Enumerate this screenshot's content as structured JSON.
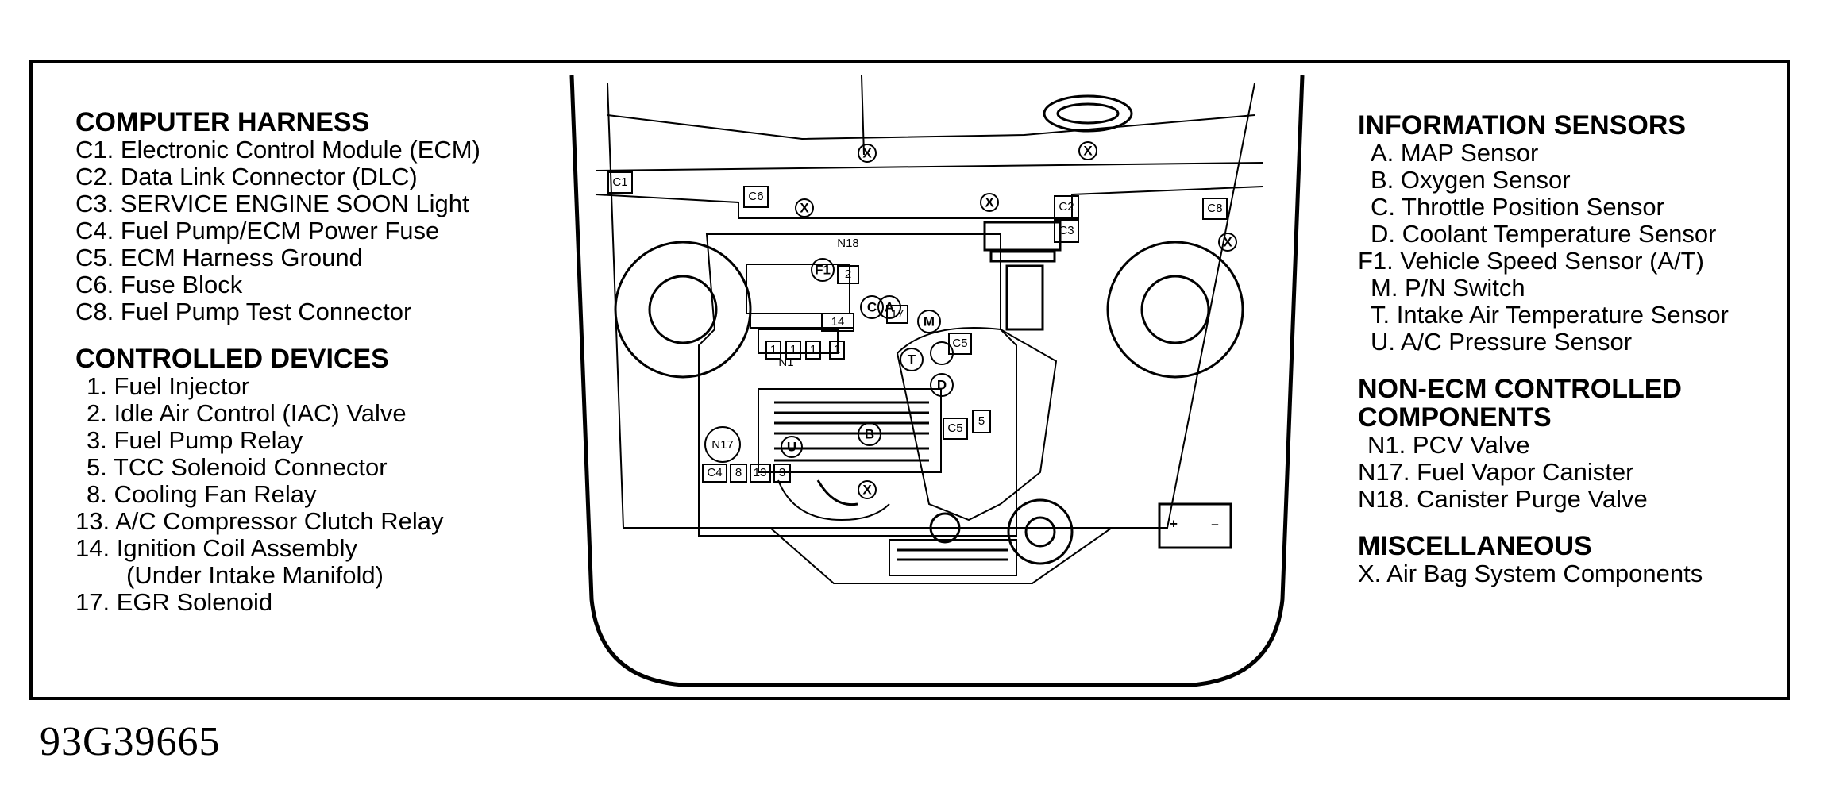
{
  "figure_id": "93G39665",
  "left": {
    "computer_harness": {
      "heading": "COMPUTER HARNESS",
      "items": [
        "C1. Electronic Control Module (ECM)",
        "C2. Data Link Connector (DLC)",
        "C3. SERVICE ENGINE SOON Light",
        "C4. Fuel Pump/ECM Power Fuse",
        "C5. ECM Harness Ground",
        "C6. Fuse Block",
        "C8. Fuel Pump Test Connector"
      ]
    },
    "controlled_devices": {
      "heading": "CONTROLLED DEVICES",
      "items": [
        "1. Fuel Injector",
        "2. Idle Air Control (IAC) Valve",
        "3. Fuel Pump Relay",
        "5. TCC Solenoid Connector",
        "8. Cooling Fan Relay",
        "13. A/C Compressor Clutch Relay",
        "14. Ignition Coil Assembly",
        "(Under Intake Manifold)",
        "17. EGR Solenoid"
      ]
    }
  },
  "right": {
    "information_sensors": {
      "heading": "INFORMATION SENSORS",
      "items": [
        "A. MAP Sensor",
        "B. Oxygen Sensor",
        "C. Throttle Position Sensor",
        "D. Coolant Temperature Sensor",
        "F1. Vehicle Speed Sensor (A/T)",
        "M. P/N Switch",
        "T. Intake Air Temperature Sensor",
        "U. A/C Pressure Sensor"
      ]
    },
    "non_ecm": {
      "heading_line1": "NON-ECM CONTROLLED",
      "heading_line2": "COMPONENTS",
      "items": [
        "N1. PCV Valve",
        "N17. Fuel Vapor Canister",
        "N18. Canister Purge Valve"
      ]
    },
    "misc": {
      "heading": "MISCELLANEOUS",
      "items": [
        "X. Air Bag System Components"
      ]
    }
  },
  "diagram_labels": {
    "c1": "C1",
    "c2": "C2",
    "c3": "C3",
    "c4": "C4",
    "c5": "C5",
    "c6": "C6",
    "c8": "C8",
    "n1": "N1",
    "n17": "N17",
    "n18": "N18",
    "x": "X",
    "a": "A",
    "b": "B",
    "c": "C",
    "d": "D",
    "f1": "F1",
    "m": "M",
    "t": "T",
    "u": "U",
    "one": "1",
    "two": "2",
    "three": "3",
    "five": "5",
    "eight": "8",
    "thirteen": "13",
    "fourteen": "14",
    "seventeen": "17",
    "plus": "+",
    "minus": "–"
  }
}
